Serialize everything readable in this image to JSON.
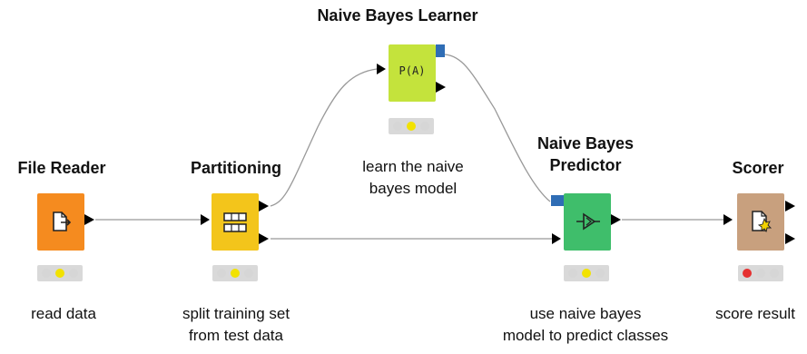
{
  "nodes": {
    "file_reader": {
      "title": "File Reader",
      "desc_lines": [
        "read data"
      ],
      "color": "#f58b1f",
      "icon": "file-reader-icon",
      "traffic": [
        "#d6d6d6",
        "#f2e200",
        "#d6d6d6"
      ]
    },
    "partitioning": {
      "title": "Partitioning",
      "desc_lines": [
        "split training set",
        "from test data"
      ],
      "color": "#f3c51b",
      "icon": "partition-icon",
      "traffic": [
        "#d6d6d6",
        "#f2e200",
        "#d6d6d6"
      ]
    },
    "learner": {
      "title": "Naive Bayes Learner",
      "desc_lines": [
        "learn the naive",
        "bayes model"
      ],
      "color": "#c4e33c",
      "icon": "probability-icon",
      "icon_text": "P(A)",
      "traffic": [
        "#d6d6d6",
        "#f2e200",
        "#d6d6d6"
      ]
    },
    "predictor": {
      "title_lines": [
        "Naive Bayes",
        "Predictor"
      ],
      "desc_lines": [
        "use naive bayes",
        "model to predict classes"
      ],
      "color": "#3fbe6b",
      "icon": "predictor-icon",
      "traffic": [
        "#d6d6d6",
        "#f2e200",
        "#d6d6d6"
      ]
    },
    "scorer": {
      "title": "Scorer",
      "desc_lines": [
        "score result"
      ],
      "color": "#c8a07e",
      "icon": "scorer-icon",
      "traffic": [
        "#e53030",
        "#d6d6d6",
        "#d6d6d6"
      ]
    }
  },
  "colors": {
    "connection": "#999999",
    "model_port": "#2f6db5",
    "data_port": "#000000"
  }
}
